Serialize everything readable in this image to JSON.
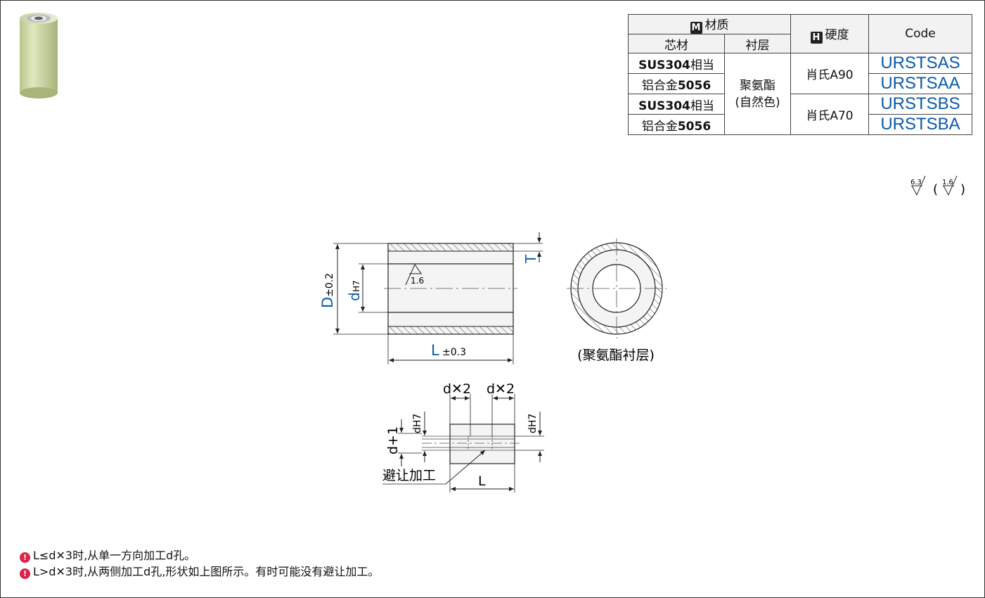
{
  "spec_table": {
    "material_header": "材质",
    "material_tag": "M",
    "hardness_header": "硬度",
    "hardness_tag": "H",
    "code_header": "Code",
    "core_header": "芯材",
    "lining_header": "衬层",
    "lining_value_1": "聚氨酯",
    "lining_value_2": "(自然色)",
    "rows": [
      {
        "core_bold": "SUS304",
        "core_suffix": "相当",
        "core_prefix": "",
        "code": "URSTSAS"
      },
      {
        "core_bold": "5056",
        "core_suffix": "",
        "core_prefix": "铝合金",
        "code": "URSTSAA"
      },
      {
        "core_bold": "SUS304",
        "core_suffix": "相当",
        "core_prefix": "",
        "code": "URSTSBS"
      },
      {
        "core_bold": "5056",
        "core_suffix": "",
        "core_prefix": "铝合金",
        "code": "URSTSBA"
      }
    ],
    "hardness_1": "肖氏A90",
    "hardness_2": "肖氏A70"
  },
  "roughness": {
    "main": "6.3",
    "paren": "1.6"
  },
  "drawing": {
    "D_label": "D",
    "D_tol": "±0.2",
    "d_label": "d",
    "d_fit": "H7",
    "L_label": "L",
    "L_tol": "±0.3",
    "T_label": "T",
    "inner_roughness": "1.6",
    "front_caption": "(聚氨酯衬层)",
    "dx2_left": "d✕2",
    "dx2_right": "d✕2",
    "dh7_left": "dH7",
    "dh7_right": "dH7",
    "d_plus_1": "d+1",
    "relief": "避让加工",
    "L_bottom": "L"
  },
  "notes": [
    "L≤d✕3时,从单一方向加工d孔。",
    "L>d✕3时,从两侧加工d孔,形状如上图所示。有时可能没有避让加工。"
  ],
  "colors": {
    "accent": "#0b5aa8",
    "note_icon": "#d9234a",
    "body": "#c9d6a4"
  }
}
